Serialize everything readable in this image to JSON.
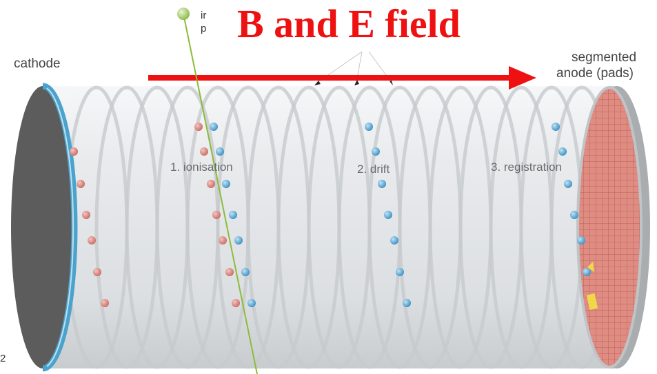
{
  "title": "B and E field",
  "labels": {
    "cathode": "cathode",
    "anode_line1": "segmented",
    "anode_line2": "anode (pads)"
  },
  "stages": {
    "ionisation": "1. ionisation",
    "drift": "2. drift",
    "registration": "3. registration"
  },
  "clipped_text": {
    "line1": "ir",
    "line2": "p",
    "corner": "2"
  },
  "colors": {
    "title": "#ee1111",
    "field_arrow": "#ee1111",
    "cylinder": "#e4e6e8",
    "cathode_disc": "#5e5e5e",
    "cathode_rim": "#4aa3cc",
    "anode_pads": "#e08a80",
    "electron": "#4a9fd0",
    "ion": "#d87a72",
    "particle_track": "#8dbb3a"
  },
  "icons": [
    "field-arrow-icon",
    "particle-ball-icon",
    "electron-icon",
    "ion-icon",
    "pad-hit-icon"
  ]
}
